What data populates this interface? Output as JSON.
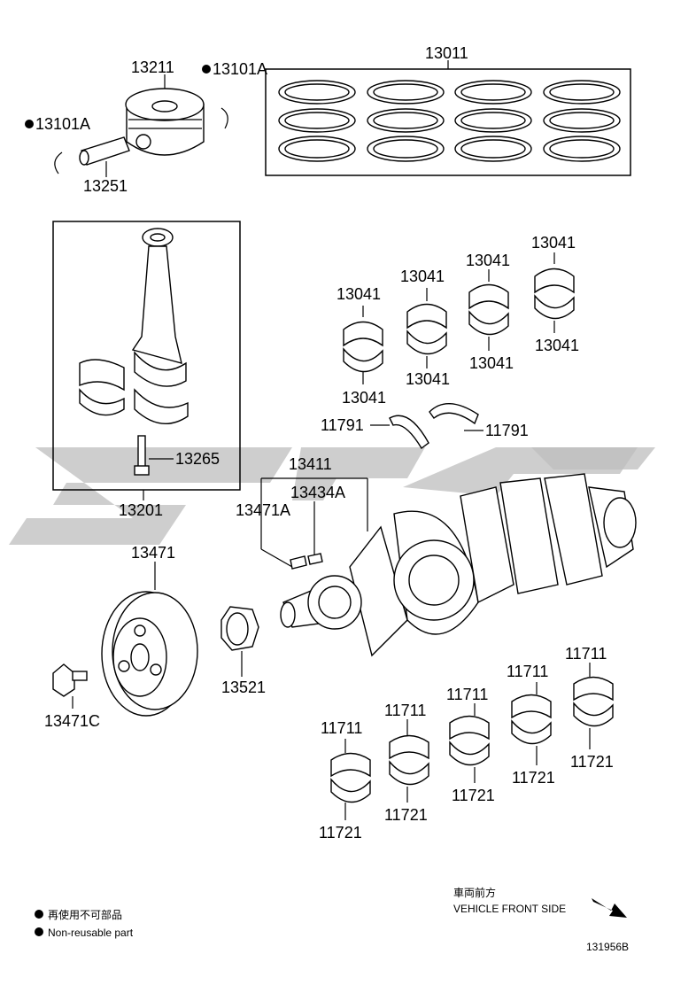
{
  "diagram": {
    "labels": {
      "ring_set": "13011",
      "piston": "13211",
      "snap_ring_right": "13101A",
      "snap_ring_left": "13101A",
      "piston_pin": "13251",
      "conrod_assy": "13201",
      "conrod_bolt": "13265",
      "bearing_1_top": "13041",
      "bearing_1_bottom": "13041",
      "bearing_2_top": "13041",
      "bearing_2_bottom": "13041",
      "bearing_3_top": "13041",
      "bearing_3_bottom": "13041",
      "bearing_4_top": "13041",
      "bearing_4_bottom": "13041",
      "thrust_washer_left": "11791",
      "thrust_washer_right": "11791",
      "crankshaft": "13411",
      "key_1": "13434A",
      "key_2": "13471A",
      "pulley": "13471",
      "pulley_bolt": "13471C",
      "crank_gear": "13521",
      "main_upper_1": "11711",
      "main_upper_2": "11711",
      "main_upper_3": "11711",
      "main_upper_4": "11711",
      "main_upper_5": "11711",
      "main_lower_1": "11721",
      "main_lower_2": "11721",
      "main_lower_3": "11721",
      "main_lower_4": "11721",
      "main_lower_5": "11721"
    },
    "legend": {
      "line_jp": "再使用不可部品",
      "line_en": "Non-reusable part"
    },
    "direction": {
      "jp": "車両前方",
      "en": "VEHICLE FRONT SIDE"
    },
    "diagram_id": "131956B"
  }
}
